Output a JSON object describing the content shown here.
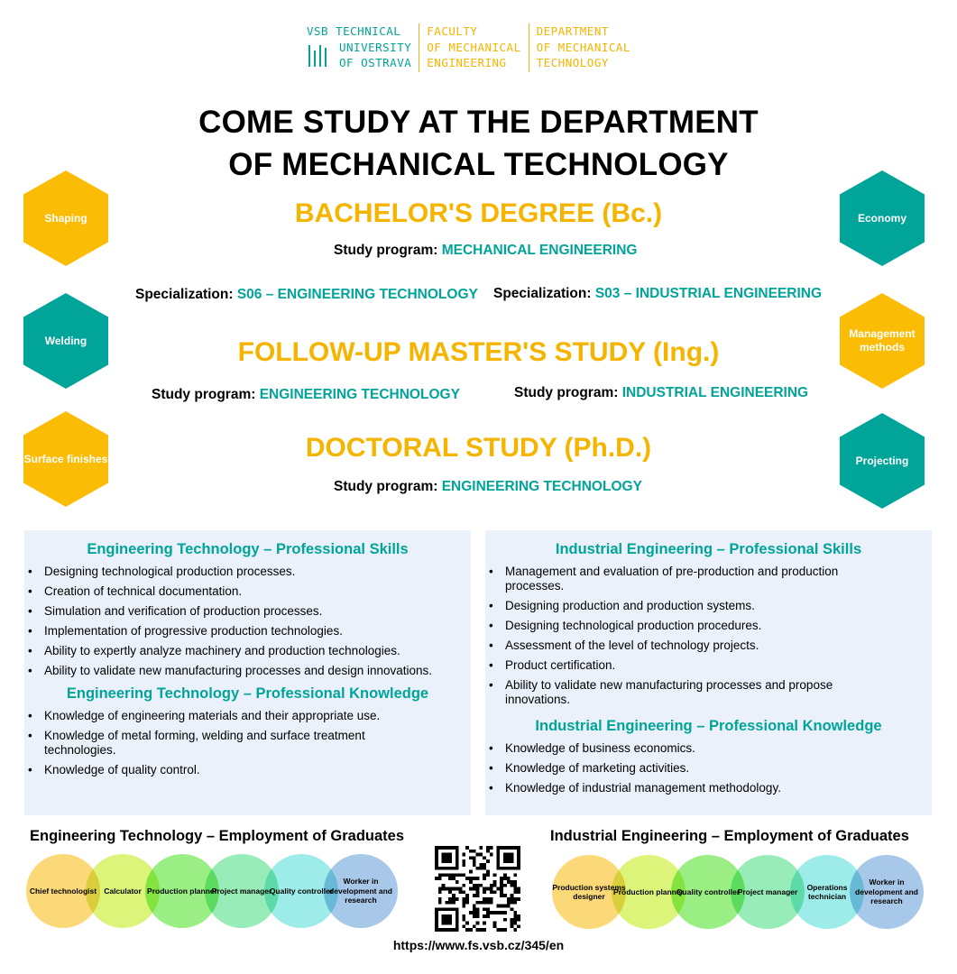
{
  "logo": {
    "university": [
      "VSB TECHNICAL",
      "UNIVERSITY",
      "OF OSTRAVA"
    ],
    "faculty": [
      "FACULTY",
      "OF MECHANICAL",
      "ENGINEERING"
    ],
    "department": [
      "DEPARTMENT",
      "OF MECHANICAL",
      "TECHNOLOGY"
    ],
    "teal": "#00a499",
    "yellow": "#f5b400"
  },
  "title": [
    "COME STUDY AT THE DEPARTMENT",
    "OF MECHANICAL TECHNOLOGY"
  ],
  "bachelor": {
    "heading": "BACHELOR'S DEGREE (Bc.)",
    "program_label": "Study program:",
    "program_value": "MECHANICAL ENGINEERING",
    "spec_label": "Specialization:",
    "spec_left": "S06 – ENGINEERING TECHNOLOGY",
    "spec_right": "S03 – INDUSTRIAL ENGINEERING"
  },
  "master": {
    "heading": "FOLLOW-UP MASTER'S STUDY (Ing.)",
    "program_label": "Study program:",
    "program_left": "ENGINEERING TECHNOLOGY",
    "program_right": "INDUSTRIAL ENGINEERING"
  },
  "doctoral": {
    "heading": "DOCTORAL STUDY (Ph.D.)",
    "program_label": "Study program:",
    "program_value": "ENGINEERING TECHNOLOGY"
  },
  "hexagons": {
    "left": [
      "Shaping",
      "Welding",
      "Surface finishes"
    ],
    "right": [
      "Economy",
      "Management methods",
      "Projecting"
    ]
  },
  "et": {
    "skills_title": "Engineering Technology – Professional Skills",
    "skills": [
      "Designing technological production processes.",
      "Creation of technical documentation.",
      "Simulation and verification of production processes.",
      "Implementation of progressive production technologies.",
      "Ability to expertly analyze machinery and production technologies.",
      "Ability to validate new manufacturing processes and design innovations."
    ],
    "knowledge_title": "Engineering Technology – Professional Knowledge",
    "knowledge": [
      "Knowledge of engineering materials and their appropriate use.",
      "Knowledge of metal forming, welding and surface treatment technologies.",
      "Knowledge of quality control."
    ],
    "employment_title": "Engineering Technology – Employment of Graduates",
    "employment": [
      "Chief technologist",
      "Calculator",
      "Production planner",
      "Project manager",
      "Quality controller",
      "Worker in development and research"
    ]
  },
  "ie": {
    "skills_title": "Industrial Engineering – Professional Skills",
    "skills": [
      "Management and evaluation of pre-production and production processes.",
      "Designing production and production systems.",
      "Designing technological production procedures.",
      "Assessment of the level of technology projects.",
      "Product certification.",
      "Ability to validate new manufacturing processes and propose innovations."
    ],
    "knowledge_title": "Industrial Engineering – Professional Knowledge",
    "knowledge": [
      "Knowledge of business economics.",
      "Knowledge of marketing activities.",
      "Knowledge of industrial management methodology."
    ],
    "employment_title": "Industrial Engineering – Employment of Graduates",
    "employment": [
      "Production systems designer",
      "Production planner",
      "Quality controller",
      "Project manager",
      "Operations technician",
      "Worker in development and research"
    ]
  },
  "circle_colors": [
    "#fcd978",
    "#dcf47a",
    "#9aee84",
    "#98ecb8",
    "#9eecea",
    "#a8c8ea"
  ],
  "url": "https://www.fs.vsb.cz/345/en"
}
